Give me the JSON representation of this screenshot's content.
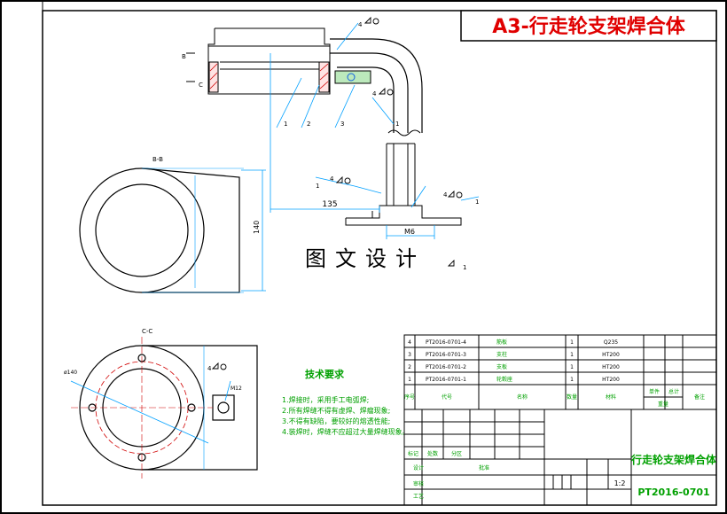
{
  "title_banner": "A3-行走轮支架焊合体",
  "watermark": "图文设计",
  "dims": {
    "d135": "135",
    "d140": "140",
    "m6": "M6",
    "d140b": "ø140",
    "m12": "M12"
  },
  "section_labels": {
    "bb": "B-B",
    "cc": "C-C",
    "b_mark": "B",
    "c_mark": "C"
  },
  "leaders": [
    "1",
    "2",
    "3",
    "4",
    "4",
    "1",
    "4",
    "1",
    "4",
    "1",
    "4",
    "1"
  ],
  "tech_req": {
    "title": "技术要求",
    "items": [
      "1.焊接时，采用手工电弧焊;",
      "2.所有焊缝不得有虚焊、焊瘤现象;",
      "3.不得有缺陷，要较好的熔透性能;",
      "4.装焊时，焊缝不应超过大量焊缝现象。"
    ]
  },
  "bom": {
    "rows": [
      {
        "seq": "4",
        "code": "PT2016-0701-4",
        "name": "筋板",
        "qty": "1",
        "material": "Q235"
      },
      {
        "seq": "3",
        "code": "PT2016-0701-3",
        "name": "支柱",
        "qty": "1",
        "material": "HT200"
      },
      {
        "seq": "2",
        "code": "PT2016-0701-2",
        "name": "支板",
        "qty": "1",
        "material": "HT200"
      },
      {
        "seq": "1",
        "code": "PT2016-0701-1",
        "name": "轮毂座",
        "qty": "1",
        "material": "HT200"
      }
    ],
    "header": {
      "seq": "序号",
      "code": "代号",
      "name": "名称",
      "qty": "数量",
      "material": "材料",
      "single": "单件",
      "total": "总计",
      "weight": "重量",
      "remark": "备注"
    }
  },
  "title_block": {
    "name": "行走轮支架焊合体",
    "code": "PT2016-0701",
    "scale": "1:2",
    "labels": [
      "标记",
      "处数",
      "分区",
      "设计",
      "审核",
      "工艺",
      "批准"
    ]
  }
}
